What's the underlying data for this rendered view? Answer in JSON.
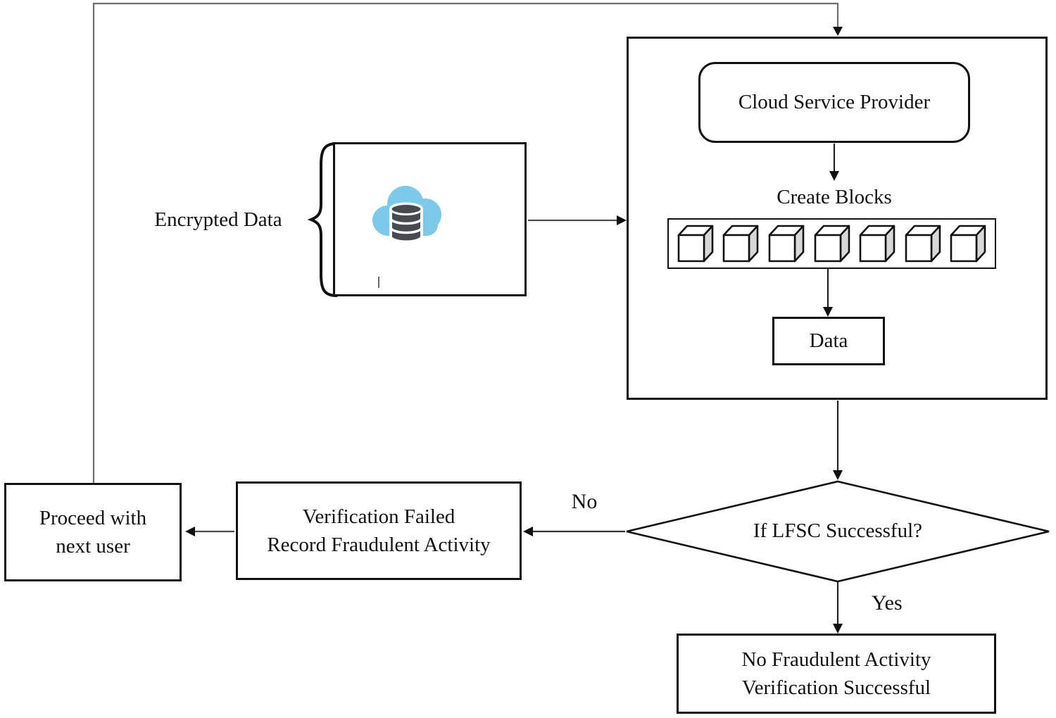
{
  "diagram": {
    "title_hint": "LFSC verification flowchart",
    "labels": {
      "encrypted_data": "Encrypted Data",
      "cloud_service_provider": "Cloud Service Provider",
      "create_blocks": "Create Blocks",
      "data": "Data",
      "decision": "If LFSC Successful?",
      "no": "No",
      "yes": "Yes",
      "verification_failed_line1": "Verification Failed",
      "verification_failed_line2": "Record Fraudulent Activity",
      "proceed_line1": "Proceed with",
      "proceed_line2": "next user",
      "success_line1": "No Fraudulent Activity",
      "success_line2": "Verification Successful"
    },
    "blocks": {
      "count": 7
    },
    "icons": {
      "cloud_database": "cloud-database-icon",
      "block_cube": "block-cube-icon",
      "curly_brace": "curly-brace-glyph"
    },
    "colors": {
      "line_black": "#111111",
      "connector_gray": "#4d4d4d",
      "feedback_gray": "#6e6e6e",
      "cloud_blue": "#7dc9ec",
      "database_gray": "#474b4f",
      "cube_shade": "#d8d8d8"
    }
  }
}
